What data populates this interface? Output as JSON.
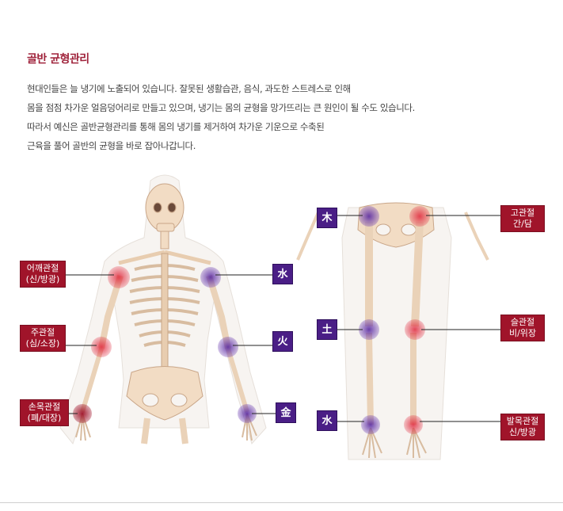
{
  "title": "골반 균형관리",
  "paragraph": [
    "현대인들은 늘 냉기에 노출되어 있습니다. 잘못된 생활습관, 음식, 과도한 스트레스로 인해",
    "몸을 점점 차가운 얼음덩어리로 만들고 있으며, 냉기는 몸의 균형을 망가뜨리는 큰 원인이 될 수도 있습니다.",
    "따라서 예신은 골반균형관리를 통해 몸의 냉기를 제거하여 차가운 기운으로 수축된",
    "근육을 풀어 골반의 균형을 바로 잡아나갑니다."
  ],
  "labels": {
    "shoulder": [
      "어깨관절",
      "(신/방광)"
    ],
    "elbow": [
      "주관절",
      "(심/소장)"
    ],
    "wrist": [
      "손목관절",
      "(폐/대장)"
    ],
    "hip": [
      "고관절",
      "간/담"
    ],
    "knee": [
      "슬관절",
      "비/위장"
    ],
    "ankle": [
      "발목관절",
      "신/방광"
    ]
  },
  "elements": {
    "shoulder_right": "水",
    "elbow_right": "火",
    "wrist_right": "金",
    "hip_left": "木",
    "knee_left": "土",
    "ankle_left": "水"
  },
  "colors": {
    "title": "#a0243c",
    "label_bg": "#a0142a",
    "element_bg": "#4a1e86",
    "red_joint": "#d2283c",
    "purple_joint": "#5a2aa0",
    "bone": "#f2dcc4",
    "bone_outline": "#c9a689"
  }
}
